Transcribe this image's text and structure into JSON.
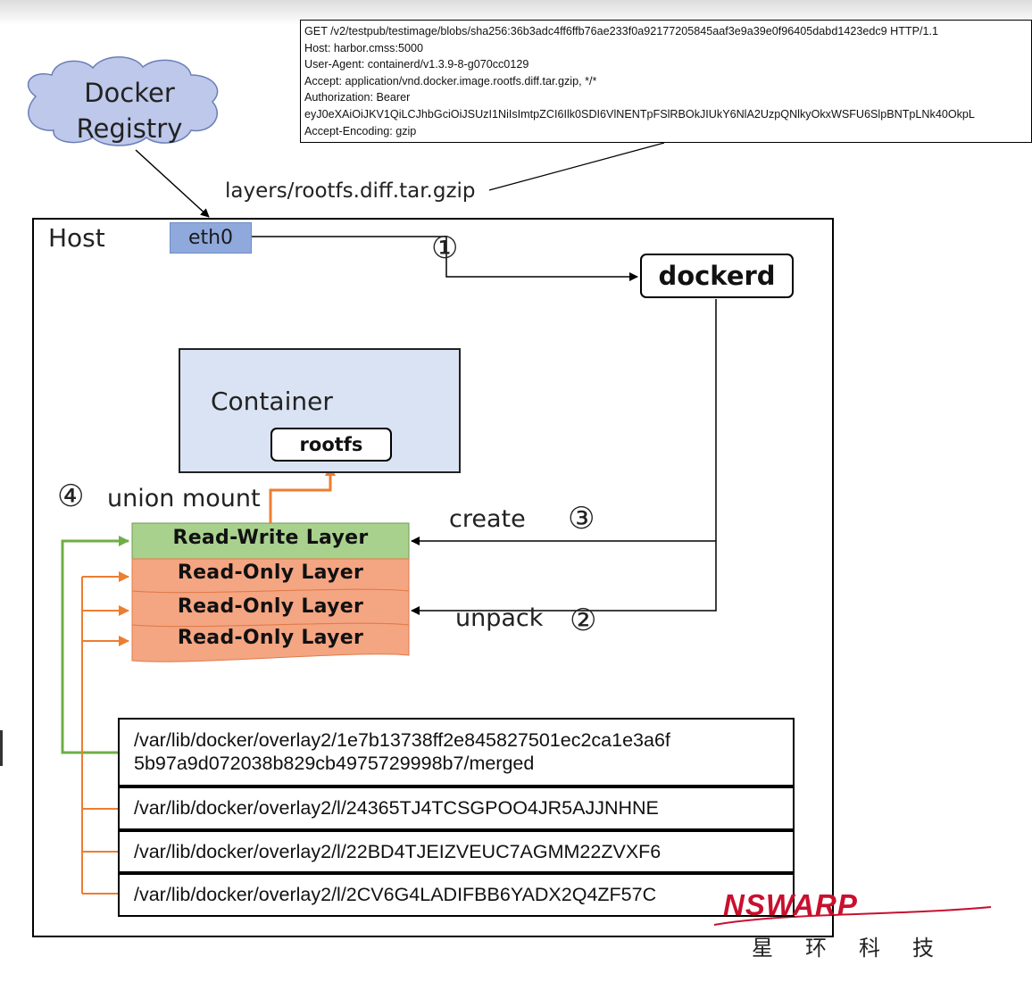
{
  "http_request": {
    "lines": [
      "GET /v2/testpub/testimage/blobs/sha256:36b3adc4ff6ffb76ae233f0a92177205845aaf3e9a39e0f96405dabd1423edc9 HTTP/1.1",
      "Host: harbor.cmss:5000",
      "User-Agent: containerd/v1.3.9-8-g070cc0129",
      "Accept: application/vnd.docker.image.rootfs.diff.tar.gzip, */*",
      "Authorization: Bearer",
      "eyJ0eXAiOiJKV1QiLCJhbGciOiJSUzI1NiIsImtpZCI6Ilk0SDI6VlNENTpFSlRBOkJIUkY6NlA2UzpQNlkyOkxWSFU6SlpBNTpLNk40OkpL",
      "Accept-Encoding: gzip"
    ]
  },
  "registry": {
    "line1": "Docker",
    "line2": "Registry"
  },
  "transfer_label": "layers/rootfs.diff.tar.gzip",
  "host": {
    "label": "Host",
    "eth0": "eth0"
  },
  "dockerd": {
    "label": "dockerd"
  },
  "container": {
    "label": "Container",
    "rootfs": "rootfs"
  },
  "steps": {
    "step1": "①",
    "step2": "②",
    "step3": "③",
    "step4": "④",
    "union_mount": "union mount",
    "create": "create",
    "unpack": "unpack"
  },
  "layers": {
    "rw": "Read-Write Layer",
    "ro": [
      "Read-Only Layer",
      "Read-Only Layer",
      "Read-Only Layer"
    ]
  },
  "paths": {
    "merged_line1": "/var/lib/docker/overlay2/1e7b13738ff2e845827501ec2ca1e3a6f",
    "merged_line2": "5b97a9d072038b829cb4975729998b7/merged",
    "l1": "/var/lib/docker/overlay2/l/24365TJ4TCSGPOO4JR5AJJNHNE",
    "l2": "/var/lib/docker/overlay2/l/22BD4TJEIZVEUC7AGMM22ZVXF6",
    "l3": "/var/lib/docker/overlay2/l/2CV6G4LADIFBB6YADX2Q4ZF57C"
  },
  "logo": {
    "text": "NSWARP",
    "chinese": "星环科技"
  },
  "colors": {
    "cloud": "#bdc8ea",
    "eth0": "#8fa9dc",
    "container": "#dae3f3",
    "rw_layer": "#a9d18e",
    "ro_layer": "#f4a582",
    "green_arrow": "#70ad47",
    "orange_arrow": "#ed7d31",
    "logo": "#c8102e"
  }
}
